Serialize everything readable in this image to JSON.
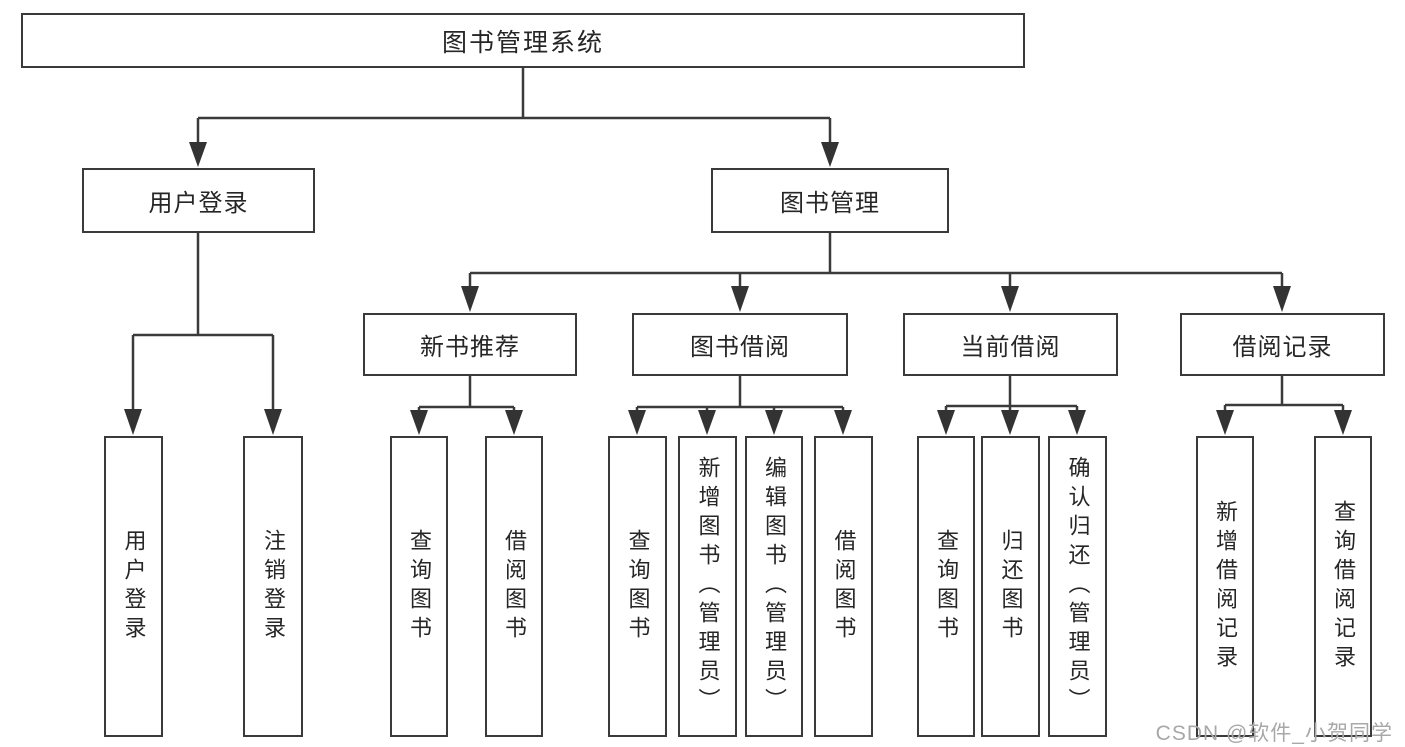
{
  "colors": {
    "background": "#ffffff",
    "line": "#3a3a3a",
    "text": "#262626",
    "watermark_text": "#a8a8a8"
  },
  "watermark": {
    "text": "CSDN @软件_小贺同学"
  },
  "tree": {
    "root": {
      "label": "图书管理系统"
    },
    "children": [
      {
        "label": "用户登录",
        "children": [
          {
            "label": "用户登录"
          },
          {
            "label": "注销登录"
          }
        ]
      },
      {
        "label": "图书管理",
        "children": [
          {
            "label": "新书推荐",
            "children": [
              {
                "label": "查询图书"
              },
              {
                "label": "借阅图书"
              }
            ]
          },
          {
            "label": "图书借阅",
            "children": [
              {
                "label": "查询图书"
              },
              {
                "label": "新增图书（管理员）"
              },
              {
                "label": "编辑图书（管理员）"
              },
              {
                "label": "借阅图书"
              }
            ]
          },
          {
            "label": "当前借阅",
            "children": [
              {
                "label": "查询图书"
              },
              {
                "label": "归还图书"
              },
              {
                "label": "确认归还（管理员）"
              }
            ]
          },
          {
            "label": "借阅记录",
            "children": [
              {
                "label": "新增借阅记录"
              },
              {
                "label": "查询借阅记录"
              }
            ]
          }
        ]
      }
    ]
  }
}
